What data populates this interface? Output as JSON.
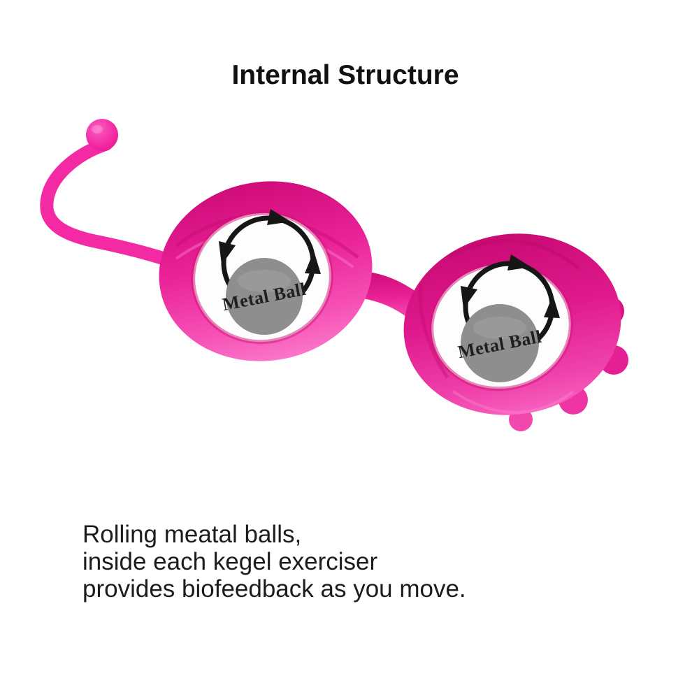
{
  "page": {
    "title": "Internal Structure"
  },
  "product": {
    "name": "kegel-exerciser-internal-structure",
    "left_chamber": {
      "ball_label": "Metal Ball"
    },
    "right_chamber": {
      "ball_label": "Metal Ball"
    },
    "colors": {
      "cord_pink": "#f32aa4",
      "shell_pink_dark": "#cf0b79",
      "shell_pink_mid": "#ee2da0",
      "shell_pink_light": "#fa74c8",
      "metal_ball_gray": "#8e8e8e",
      "ball_label_ink": "#1f1f1f",
      "arrow_black": "#161616",
      "window_white": "#fdfdfd"
    }
  },
  "caption": {
    "line1": "Rolling meatal balls,",
    "line2": "inside each kegel exerciser",
    "line3": "provides biofeedback as you move."
  }
}
